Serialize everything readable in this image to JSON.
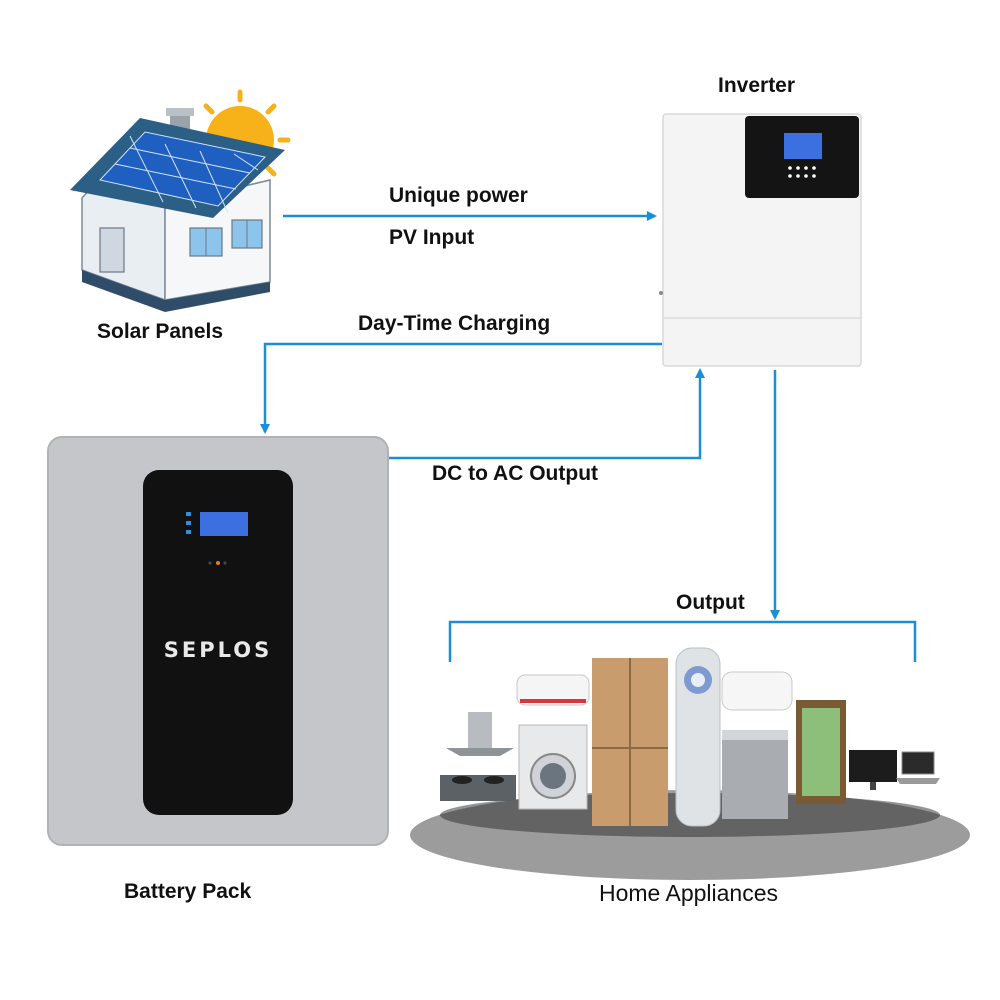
{
  "labels": {
    "solar_panels": "Solar Panels",
    "inverter": "Inverter",
    "battery_pack": "Battery Pack",
    "home_appliances": "Home Appliances"
  },
  "flows": {
    "pv_line1": "Unique power",
    "pv_line2": "PV Input",
    "charging": "Day-Time Charging",
    "dc_ac": "DC to AC Output",
    "output": "Output"
  },
  "battery": {
    "brand": "SEPLOS"
  },
  "colors": {
    "arrow": "#1a8fd6",
    "battery_body": "#c4c6c9",
    "battery_panel": "#111111",
    "inverter_body": "#f4f4f4",
    "lcd": "#3c6fe0",
    "roof_panel": "#1e5fbf",
    "sun": "#f7b21a"
  }
}
